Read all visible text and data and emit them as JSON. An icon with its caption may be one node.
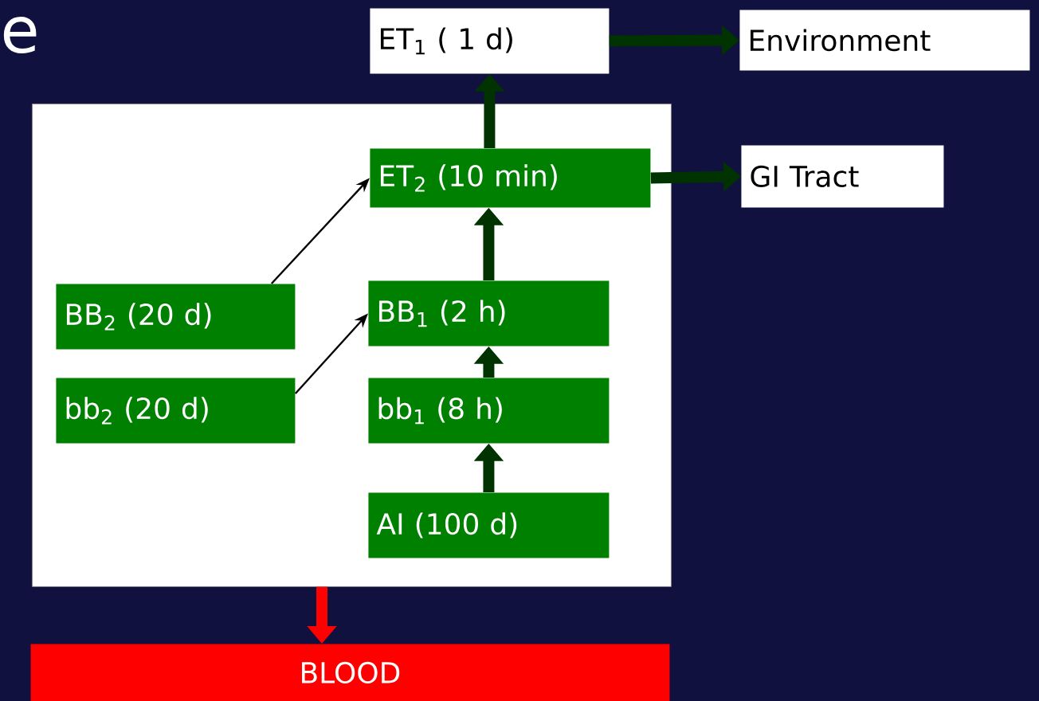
{
  "diagram": {
    "nodes": [
      {
        "text": [
          "ET$_{1}$ ( 1 d)"
        ]
      },
      {
        "text": [
          "Environment"
        ]
      },
      {
        "text": [],
        "shape": "box"
      },
      {
        "text": [
          "ET$_{2}$ (10 min)"
        ],
        "in": 2
      },
      {
        "text": [
          "GI Tract"
        ]
      },
      {
        "text": [
          "BB$_{2}$ (20 d)"
        ],
        "in": 2
      },
      {
        "text": [
          "BB$_{1}$ (2 h)"
        ],
        "in": 2
      },
      {
        "text": [
          "bb$_{2}$ (20 d)"
        ],
        "in": 2
      },
      {
        "text": [
          "bb$_{1}$ (8 h)"
        ],
        "in": 2
      },
      {
        "text": [
          "AI (100 d)"
        ],
        "in": 2
      },
      {
        "text": [
          "BLOOD"
        ]
      }
    ],
    "edges": [
      {
        "from": 0,
        "to": 1,
        "arrow": "to"
      },
      {
        "from": 3,
        "to": 0,
        "arrow": "to"
      },
      {
        "from": 3,
        "to": 4,
        "arrow": "to"
      },
      {
        "from": 5,
        "to": 3,
        "arrow": "to",
        "color": "#000000"
      },
      {
        "from": 6,
        "to": 3,
        "arrow": "to"
      },
      {
        "from": 7,
        "to": 6,
        "arrow": "to",
        "color": "#000000"
      },
      {
        "from": 8,
        "to": 6,
        "arrow": "to"
      },
      {
        "from": 9,
        "to": 8,
        "arrow": "to"
      },
      {
        "from": 2,
        "to": 10,
        "arrow": "to",
        "color": "#ff0000"
      }
    ],
    "labels": [
      "e"
    ]
  }
}
